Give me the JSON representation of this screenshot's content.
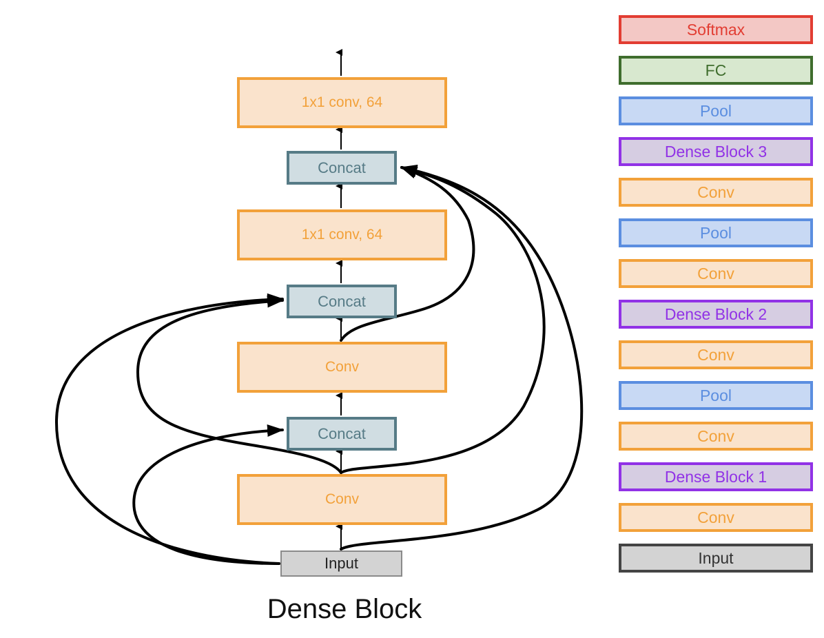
{
  "dense_block": {
    "caption": "Dense Block",
    "layers": {
      "conv1x1_top": "1x1 conv, 64",
      "concat_top": "Concat",
      "conv1x1_mid": "1x1 conv, 64",
      "concat_mid": "Concat",
      "conv_upper": "Conv",
      "concat_low": "Concat",
      "conv_lower": "Conv",
      "input": "Input"
    }
  },
  "network_stack": {
    "items": [
      {
        "label": "Softmax",
        "kind": "softmax"
      },
      {
        "label": "FC",
        "kind": "fc"
      },
      {
        "label": "Pool",
        "kind": "pool"
      },
      {
        "label": "Dense Block 3",
        "kind": "dense"
      },
      {
        "label": "Conv",
        "kind": "conv"
      },
      {
        "label": "Pool",
        "kind": "pool"
      },
      {
        "label": "Conv",
        "kind": "conv"
      },
      {
        "label": "Dense Block 2",
        "kind": "dense"
      },
      {
        "label": "Conv",
        "kind": "conv"
      },
      {
        "label": "Pool",
        "kind": "pool"
      },
      {
        "label": "Conv",
        "kind": "conv"
      },
      {
        "label": "Dense Block 1",
        "kind": "dense"
      },
      {
        "label": "Conv",
        "kind": "conv"
      },
      {
        "label": "Input",
        "kind": "input"
      }
    ]
  },
  "colors": {
    "conv": "#f2a13a",
    "concat": "#567b86",
    "softmax": "#e23d32",
    "fc": "#3f6d2d",
    "pool": "#5b8ee0",
    "dense": "#9132e6",
    "input": "#444444"
  }
}
